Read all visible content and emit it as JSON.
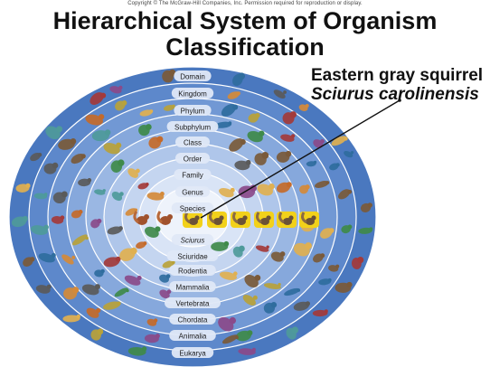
{
  "header": {
    "copyright": "Copyright © The McGraw-Hill Companies, Inc. Permission required for reproduction or display.",
    "title_line1": "Hierarchical System of Organism",
    "title_line2": "Classification"
  },
  "callout": {
    "common_name": "Eastern gray squirrel",
    "scientific_name": "Sciurus carolinensis"
  },
  "ranks": [
    "Domain",
    "Kingdom",
    "Phylum",
    "Subphylum",
    "Class",
    "Order",
    "Family",
    "Genus",
    "Species"
  ],
  "taxa": [
    "Sciurus",
    "Sciuridae",
    "Rodentia",
    "Mammalia",
    "Vertebrata",
    "Chordata",
    "Animalia",
    "Eukarya"
  ],
  "colors": {
    "outer_ring": "#4f7fc4",
    "inner_ring": "#eef3fb",
    "label_pill": "#dfe8f7",
    "squirrel_highlight": "#f2d11a",
    "pointer_line": "#111111"
  },
  "icons": {
    "organisms": "organism-icon",
    "squirrels": "squirrel-icon"
  }
}
